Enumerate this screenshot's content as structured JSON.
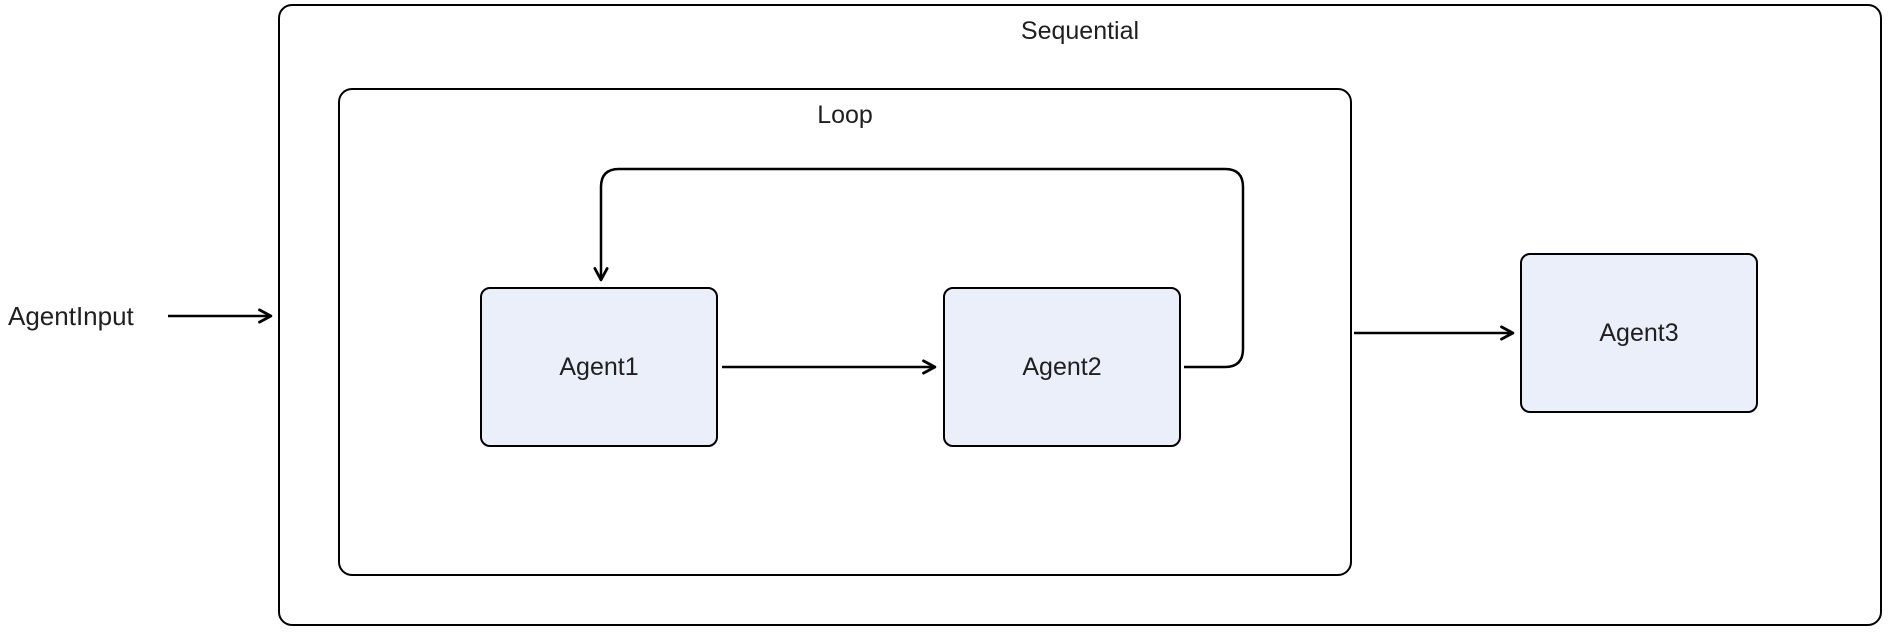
{
  "diagram": {
    "colors": {
      "background": "#ffffff",
      "stroke": "#000000",
      "node_fill": "#ebeffa",
      "text": "#1f1f1f"
    },
    "input_label": "AgentInput",
    "containers": [
      {
        "id": "sequential",
        "label": "Sequential"
      },
      {
        "id": "loop",
        "label": "Loop"
      }
    ],
    "nodes": [
      {
        "id": "agent1",
        "label": "Agent1"
      },
      {
        "id": "agent2",
        "label": "Agent2"
      },
      {
        "id": "agent3",
        "label": "Agent3"
      }
    ],
    "edges": [
      {
        "from": "AgentInput",
        "to": "Sequential",
        "style": "arrow"
      },
      {
        "from": "Agent1",
        "to": "Agent2",
        "style": "arrow"
      },
      {
        "from": "Agent2",
        "to": "Agent1",
        "style": "loop-back"
      },
      {
        "from": "Loop",
        "to": "Agent3",
        "style": "arrow"
      }
    ]
  }
}
